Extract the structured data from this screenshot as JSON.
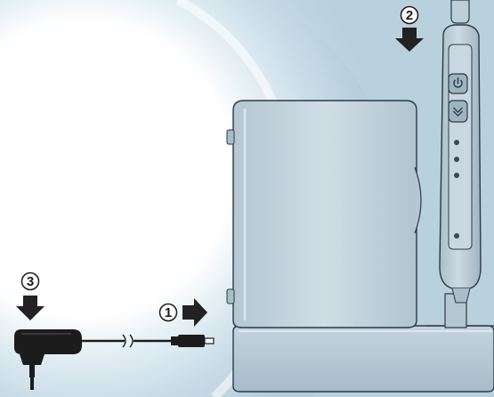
{
  "steps": [
    {
      "number": "1",
      "icon": "arrow-right-icon"
    },
    {
      "number": "2",
      "icon": "arrow-down-icon"
    },
    {
      "number": "3",
      "icon": "arrow-down-icon"
    }
  ],
  "handle_buttons": [
    "power-icon",
    "mode-chevron-icon"
  ],
  "handle_indicator_lights": 4,
  "colors": {
    "background_blue": "#cfe2ec",
    "glow": "#ffffff",
    "device_body": "#b9cbd6",
    "device_outline": "#2b3a44",
    "adapter": "#1c1c1c",
    "arrow": "#222222"
  }
}
